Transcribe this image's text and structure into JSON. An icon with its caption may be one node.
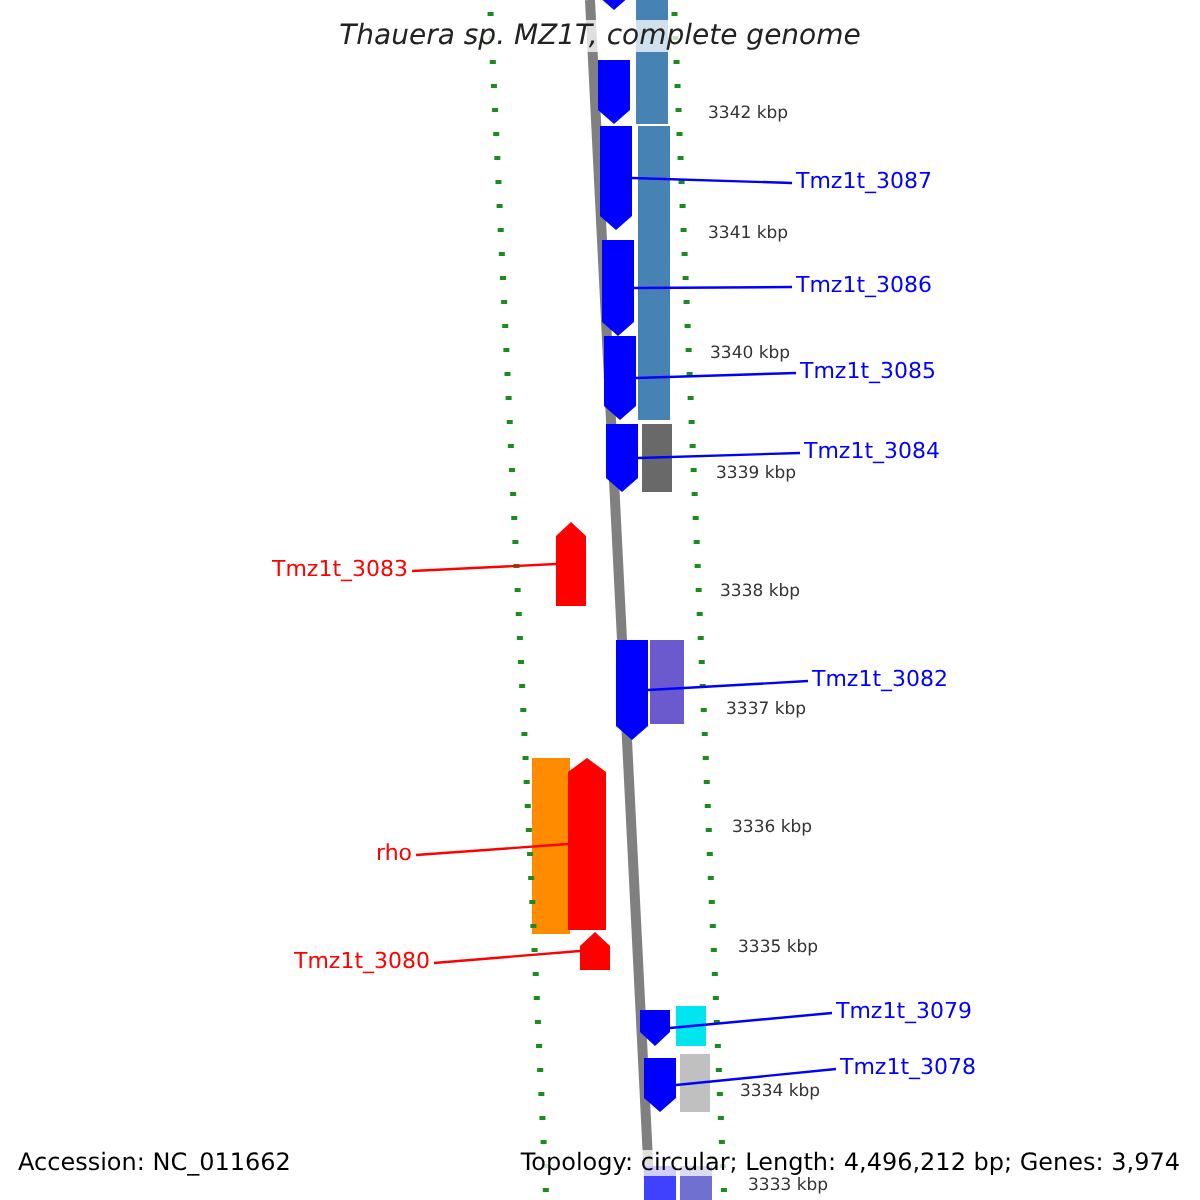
{
  "diagram": {
    "title": "Thauera sp. MZ1T, complete genome",
    "nodes": [
      {
        "text": [
          "Tmz1t_3087"
        ]
      },
      {
        "text": [],
        "shape": "arrow"
      },
      {
        "text": [
          "Tmz1t_3086"
        ]
      },
      {
        "text": [],
        "shape": "arrow"
      },
      {
        "text": [
          "Tmz1t_3085"
        ]
      },
      {
        "text": [],
        "shape": "arrow"
      },
      {
        "text": [
          "Tmz1t_3084"
        ]
      },
      {
        "text": [],
        "shape": "arrow"
      },
      {
        "text": [
          "Tmz1t_3083"
        ]
      },
      {
        "text": [],
        "shape": "arrow"
      },
      {
        "text": [
          "Tmz1t_3082"
        ]
      },
      {
        "text": [],
        "shape": "arrow"
      },
      {
        "text": [
          "rho"
        ]
      },
      {
        "text": [],
        "shape": "arrow"
      },
      {
        "text": [
          "Tmz1t_3080"
        ]
      },
      {
        "text": [],
        "shape": "arrow"
      },
      {
        "text": [
          "Tmz1t_3079"
        ]
      },
      {
        "text": [],
        "shape": "arrow"
      },
      {
        "text": [
          "Tmz1t_3078"
        ]
      },
      {
        "text": [],
        "shape": "arrow"
      }
    ],
    "edges": [
      {
        "from": 0,
        "to": 1,
        "arrow": "none"
      },
      {
        "from": 2,
        "to": 3,
        "arrow": "none"
      },
      {
        "from": 4,
        "to": 5,
        "arrow": "none"
      },
      {
        "from": 6,
        "to": 7,
        "arrow": "none"
      },
      {
        "from": 8,
        "to": 9,
        "arrow": "none",
        "color": "#ff0000"
      },
      {
        "from": 10,
        "to": 11,
        "arrow": "none"
      },
      {
        "from": 12,
        "to": 13,
        "arrow": "none",
        "color": "#ff0000"
      },
      {
        "from": 14,
        "to": 15,
        "arrow": "none",
        "color": "#ff0000"
      },
      {
        "from": 16,
        "to": 17,
        "arrow": "none"
      },
      {
        "from": 18,
        "to": 19,
        "arrow": "none"
      }
    ],
    "labels": [
      "3342 kbp",
      "3341 kbp",
      "3340 kbp",
      "3339 kbp",
      "3338 kbp",
      "3337 kbp",
      "3336 kbp",
      "3335 kbp",
      "3334 kbp",
      "3333 kbp",
      "Accession: NC_011662",
      "Topology: circular; Length: 4,496,212 bp; Genes: 3,974"
    ]
  }
}
